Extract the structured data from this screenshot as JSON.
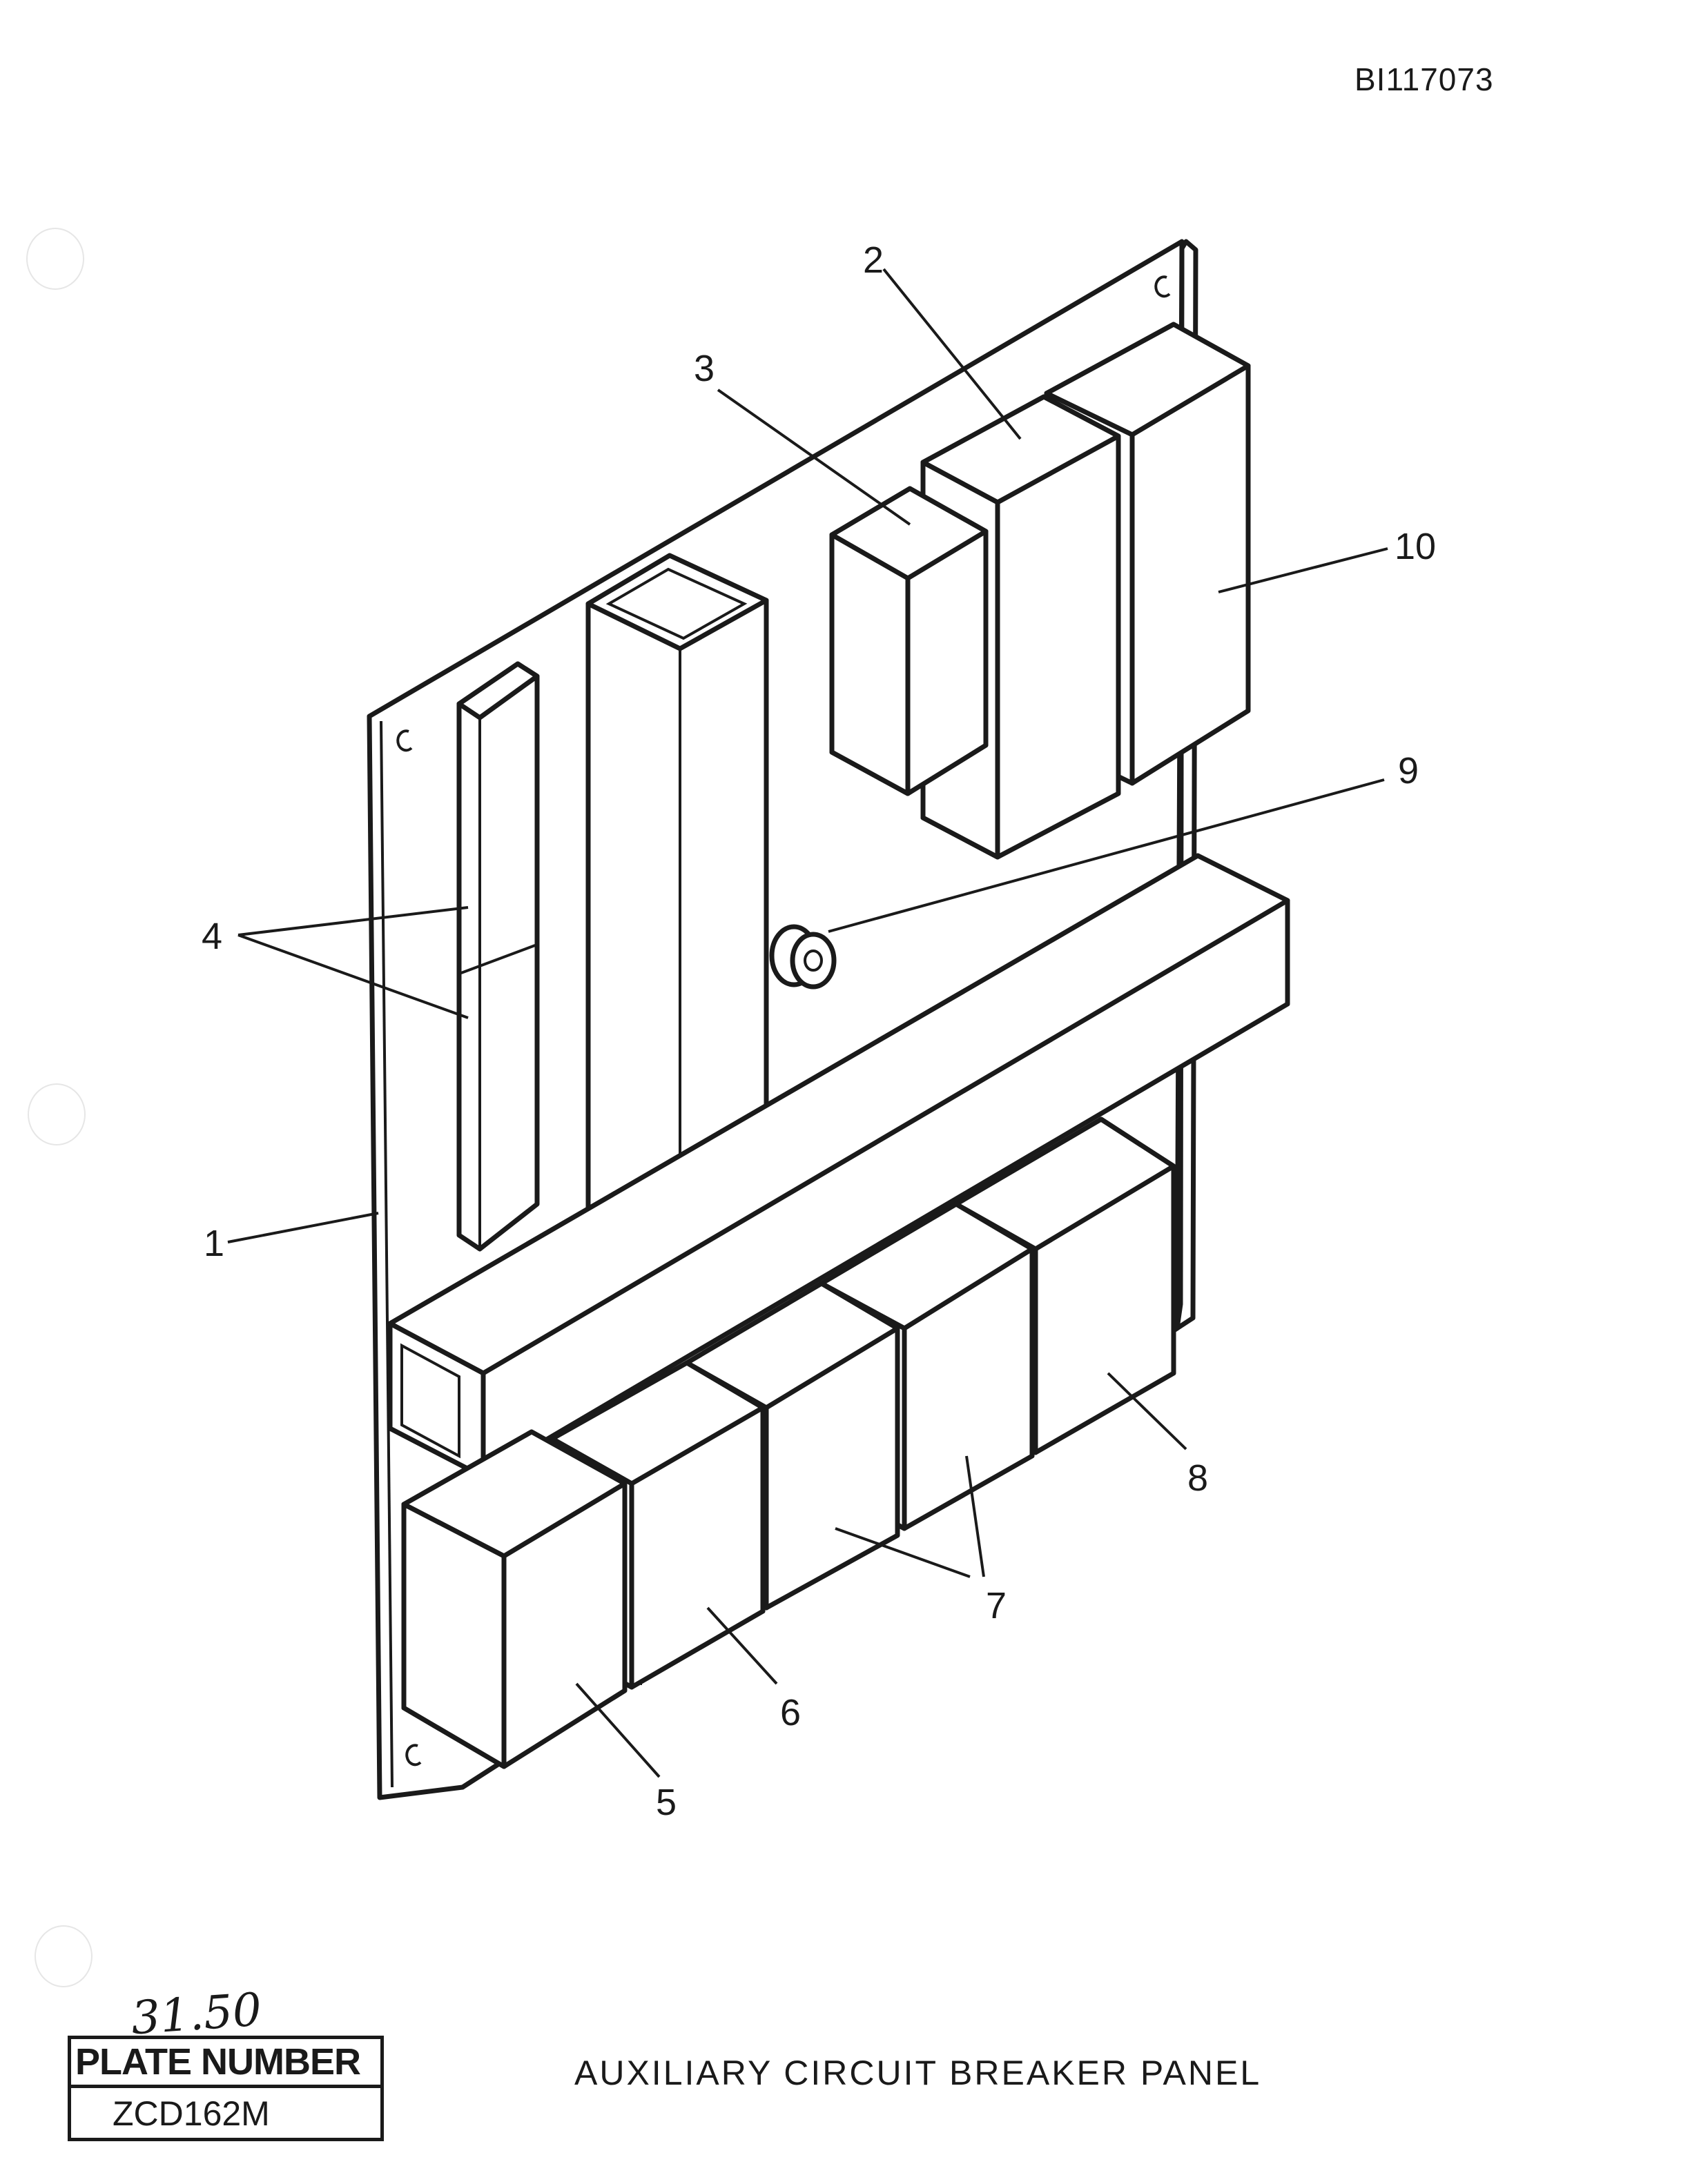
{
  "document": {
    "id": "BI117073",
    "title": "AUXILIARY CIRCUIT BREAKER PANEL"
  },
  "plate": {
    "handwritten_note": "31.50",
    "label": "PLATE NUMBER",
    "number": "ZCD162M"
  },
  "callouts": [
    "1",
    "2",
    "3",
    "4",
    "5",
    "6",
    "7",
    "8",
    "9",
    "10"
  ],
  "icons": [
    "punch-hole",
    "screw-c-mark"
  ]
}
